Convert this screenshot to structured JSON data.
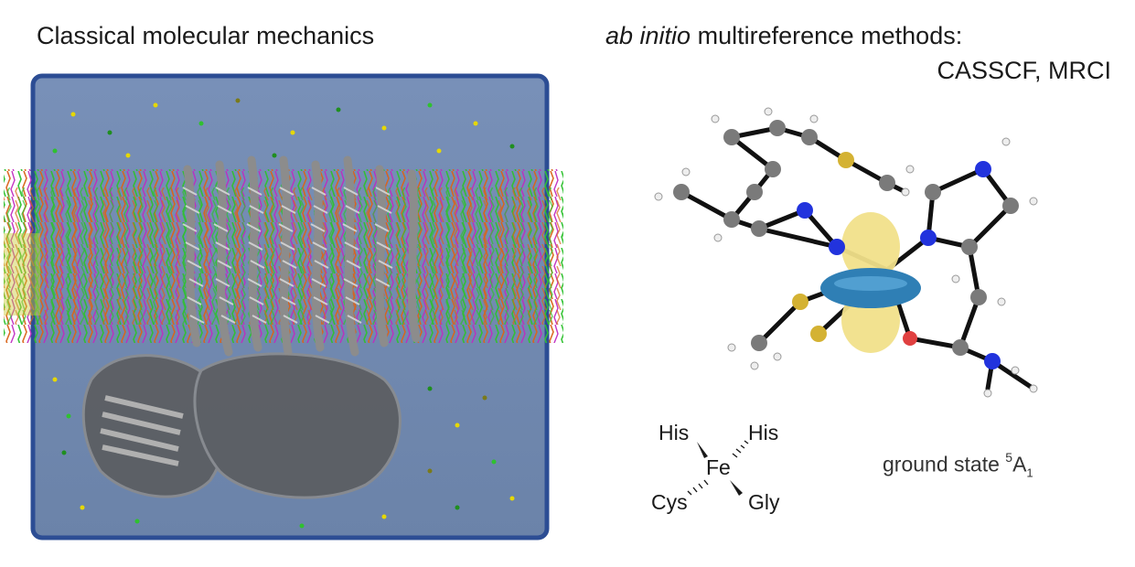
{
  "left_panel": {
    "title": "Classical molecular mechanics"
  },
  "right_panel": {
    "title_italic": "ab initio",
    "title_rest": " multireference methods:",
    "methods": "CASSCF, MRCI",
    "state_label": "ground state ",
    "state_multiplicity": "5",
    "state_symbol": "A",
    "state_subscript": "1"
  },
  "coordination": {
    "center": "Fe",
    "top_left": "His",
    "top_right": "His",
    "bottom_left": "Cys",
    "bottom_right": "Gly"
  },
  "colors": {
    "water_box": "#6e86ad",
    "box_edge": "#2c4d94",
    "protein": "#8c8c8c",
    "lipid_green": "#2fc12f",
    "lipid_orange": "#d9641a",
    "lipid_magenta": "#c02ac0",
    "lipid_yellow": "#c9c93a",
    "carbon": "#7a7a7a",
    "nitrogen": "#2233dd",
    "sulfur": "#d4b233",
    "oxygen": "#e04040",
    "orbital_blue": "#2f7fb5",
    "orbital_yellow": "#f1e08a"
  }
}
